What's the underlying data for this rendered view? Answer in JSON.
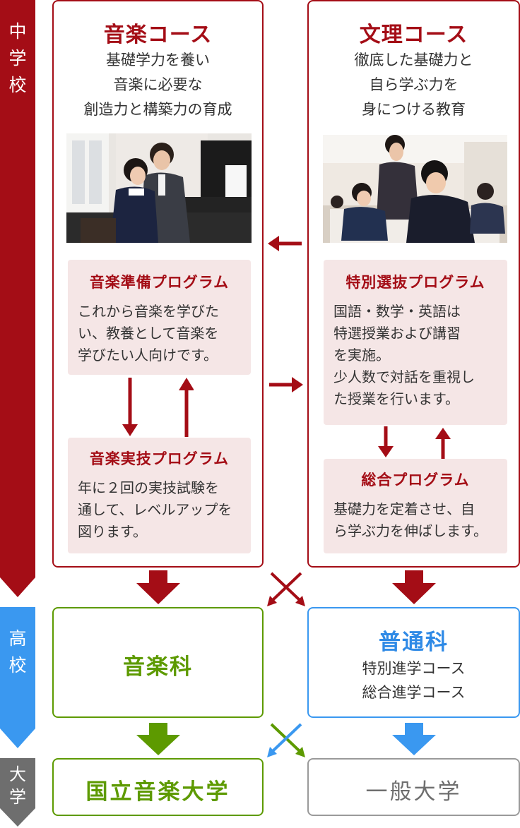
{
  "stages": {
    "junior": "中\n学\n校",
    "high": "高\n校",
    "university": "大\n学"
  },
  "music_course": {
    "title": "音楽コース",
    "description": "基礎学力を養い\n音楽に必要な\n創造力と構築力の育成",
    "program_prep": {
      "title": "音楽準備プログラム",
      "text": "これから音楽を学びた\nい、教養として音楽を\n学びたい人向けです。"
    },
    "program_practical": {
      "title": "音楽実技プログラム",
      "text": "年に２回の実技試験を\n通して、レベルアップを\n図ります。"
    }
  },
  "science_course": {
    "title": "文理コース",
    "description": "徹底した基礎力と\n自ら学ぶ力を\n身につける教育",
    "program_special": {
      "title": "特別選抜プログラム",
      "text": "国語・数学・英語は\n特選授業および講習\nを実施。\n少人数で対話を重視し\nた授業を行います。"
    },
    "program_general": {
      "title": "総合プログラム",
      "text": "基礎力を定着させ、自\nら学ぶ力を伸ばします。"
    }
  },
  "high_school": {
    "music": {
      "title": "音楽科"
    },
    "general": {
      "title": "普通科",
      "tracks": "特別進学コース\n総合進学コース"
    }
  },
  "university": {
    "music": "国立音楽大学",
    "general": "一般大学"
  },
  "colors": {
    "junior": "#a40d16",
    "high": "#3a98f0",
    "university": "#6e6e6e",
    "music_hs": "#5d9a00",
    "program_bg": "#f5e6e6"
  },
  "photos": {
    "music": "piano-lesson-photo",
    "science": "classroom-photo"
  }
}
